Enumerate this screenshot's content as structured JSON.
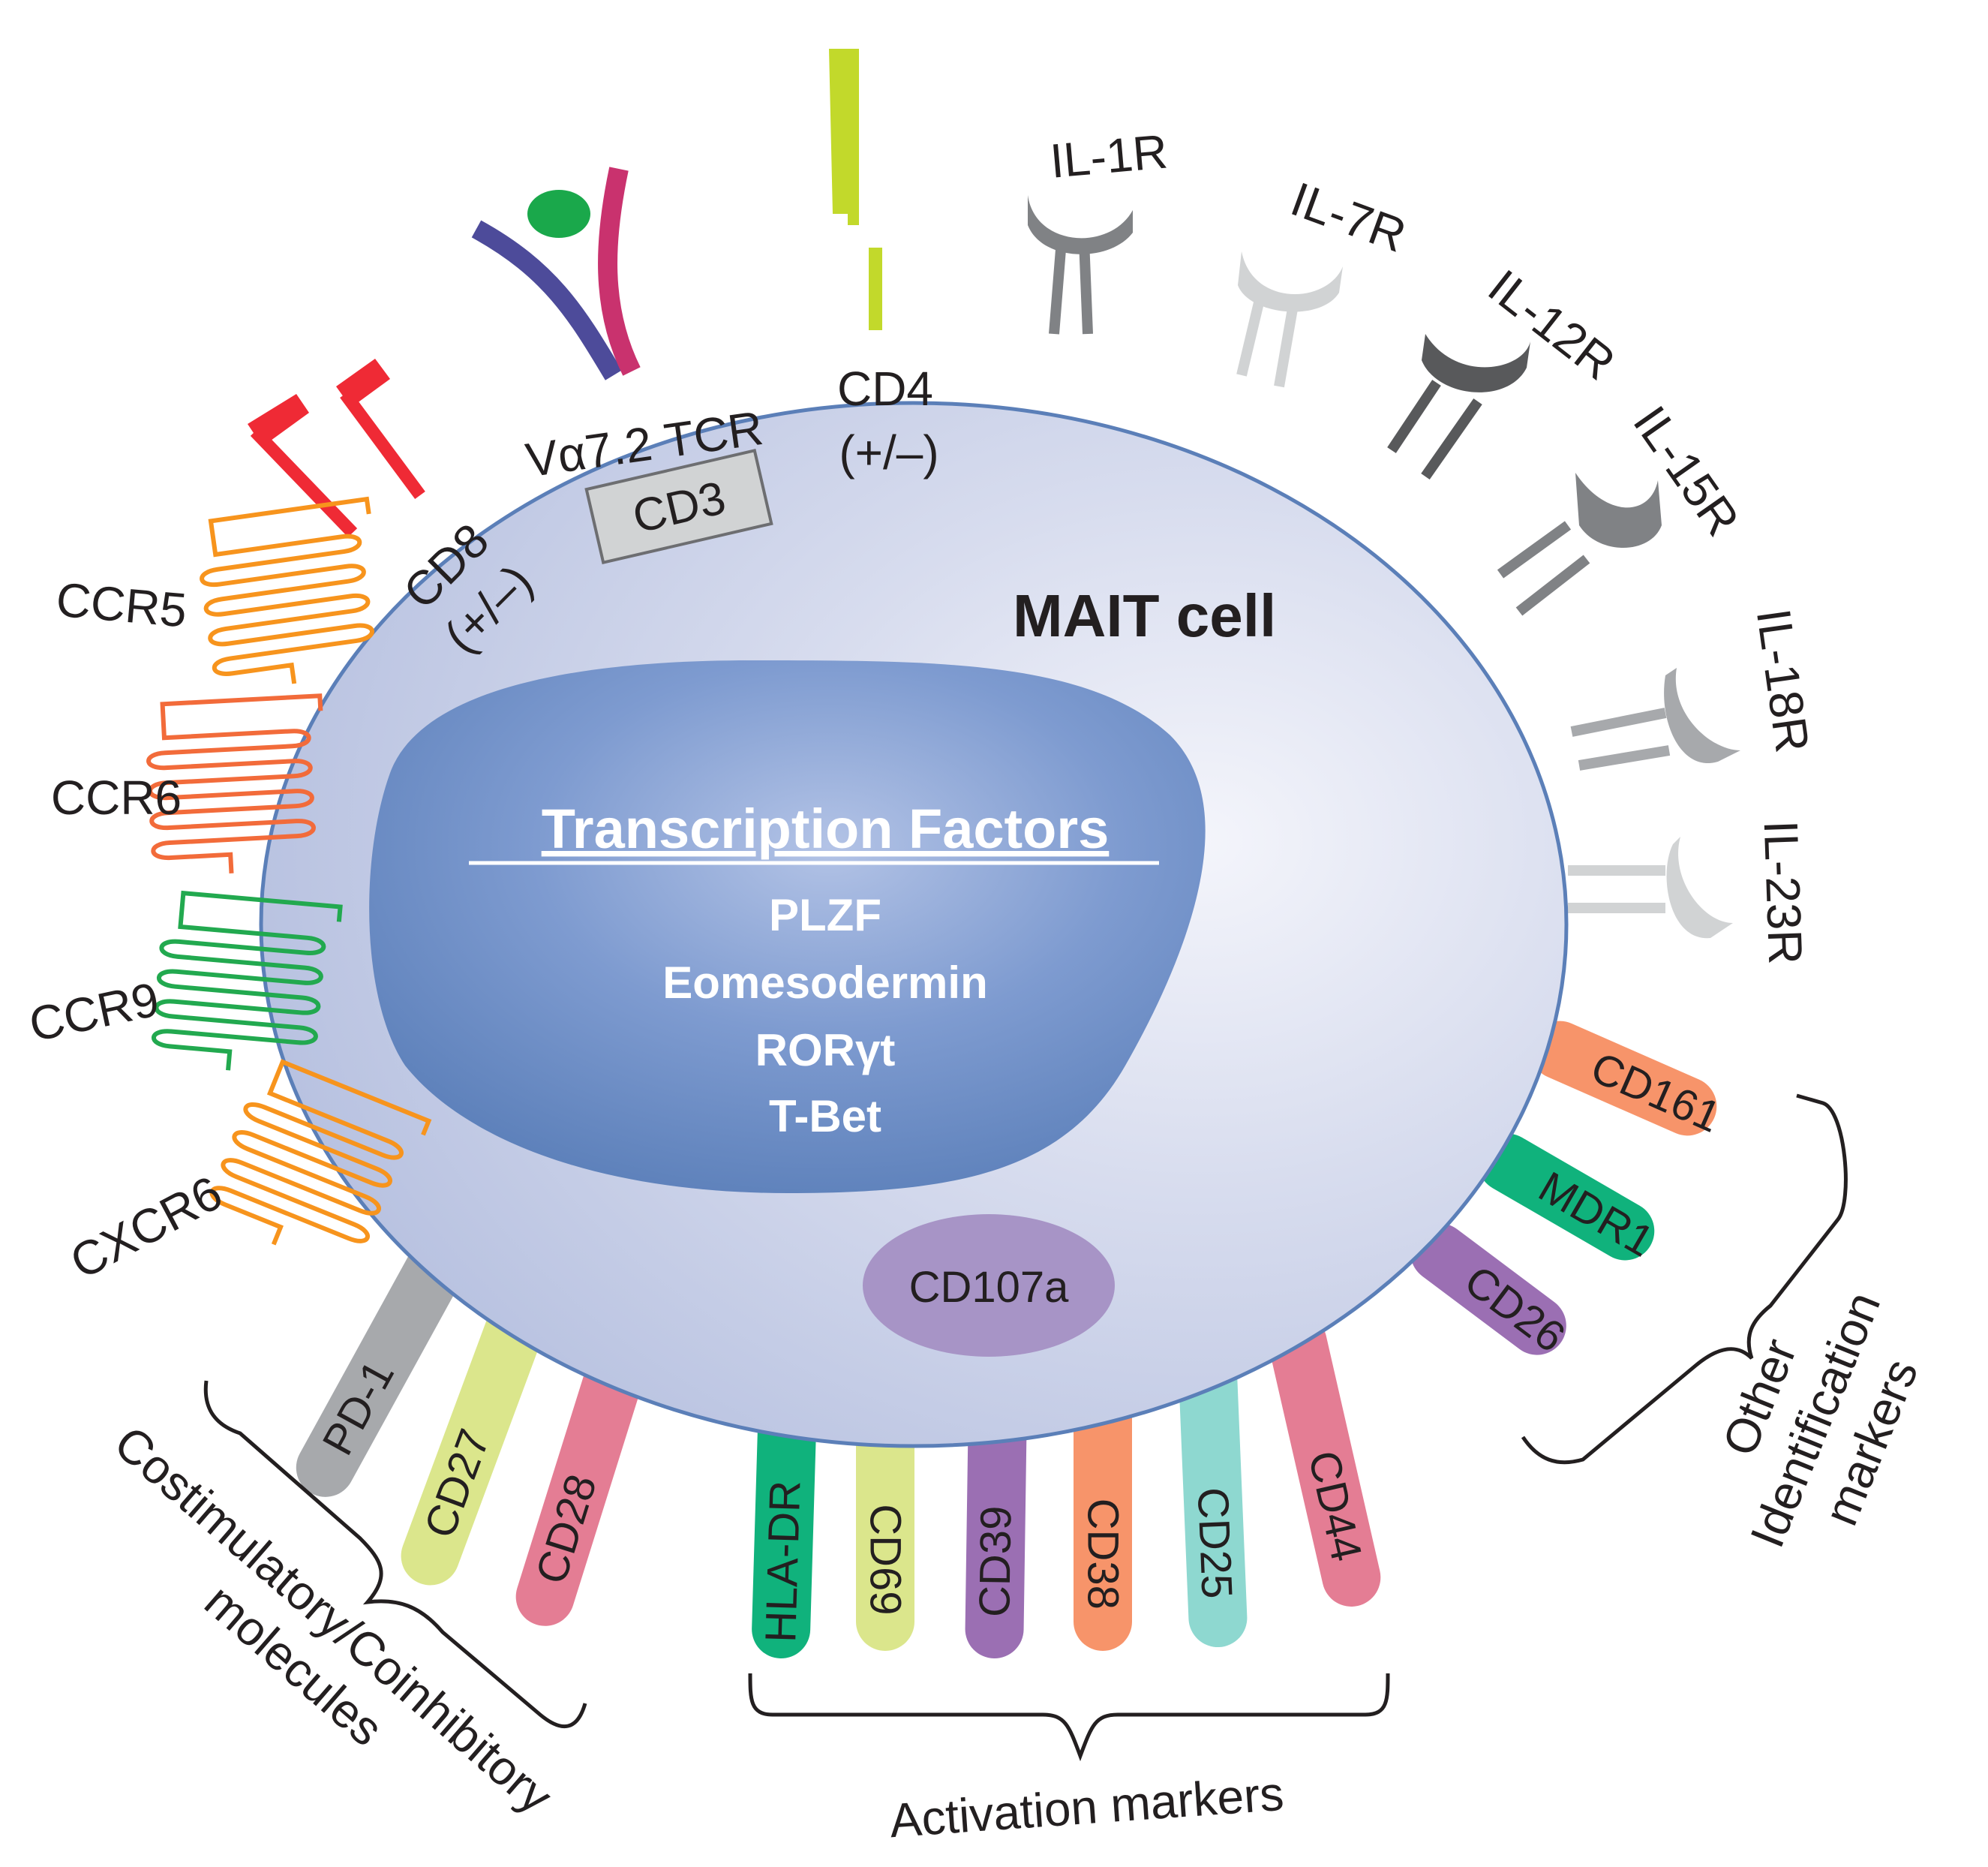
{
  "cell": {
    "title": "MAIT cell"
  },
  "nucleus": {
    "heading": "Transcription Factors",
    "factors": [
      "PLZF",
      "Eomesodermin",
      "RORγt",
      "T-Bet"
    ]
  },
  "surface": {
    "cd8": [
      "CD8",
      "(+/–)"
    ],
    "tcr": "Vα7.2 TCR",
    "cd3": "CD3",
    "cd4": [
      "CD4",
      "(+/–)"
    ],
    "cd107a": "CD107a"
  },
  "cytokine_receptors": [
    "IL-1R",
    "IL-7R",
    "IL-12R",
    "IL-15R",
    "IL-18R",
    "IL-23R"
  ],
  "chemokine_receptors": [
    "CCR5",
    "CCR6",
    "CCR9",
    "CXCR6"
  ],
  "marker_groups": {
    "costim": {
      "label": [
        "Costimulatory/Coinhibitory",
        "molecules"
      ],
      "markers": [
        "PD-1",
        "CD27",
        "CD28"
      ]
    },
    "activation": {
      "label": "Activation markers",
      "markers": [
        "HLA-DR",
        "CD69",
        "CD39",
        "CD38",
        "CD25",
        "CD44"
      ]
    },
    "other": {
      "label": [
        "Other",
        "Identification",
        "markers"
      ],
      "markers": [
        "CD26",
        "MDR1",
        "CD161"
      ]
    }
  },
  "colors": {
    "membrane": "#5b7fb8",
    "cytoplasm": "#c3cbe4",
    "nucleus": "#6b8cc4",
    "cd8": "#ef2a35",
    "tcr_alpha": "#4d4b9a",
    "tcr_beta": "#c9326e",
    "antigen": "#1aa84b",
    "cd4": "#c2d92b",
    "cd107a": "#a794c6",
    "ccr5": "#f7941d",
    "ccr6": "#f26b3a",
    "ccr9": "#22a94f",
    "cxcr6": "#f7941d",
    "pd1": "#a7a9ac",
    "cd27": "#dbe68c",
    "cd28": "#e47d94",
    "hla_dr": "#10b27c",
    "cd69": "#dbe68c",
    "cd39": "#9b6fb3",
    "cd38": "#f7946a",
    "cd25": "#8ed8d0",
    "cd44": "#e47d94",
    "cd26": "#9b6fb3",
    "mdr1": "#10b27c",
    "cd161": "#f7946a"
  }
}
